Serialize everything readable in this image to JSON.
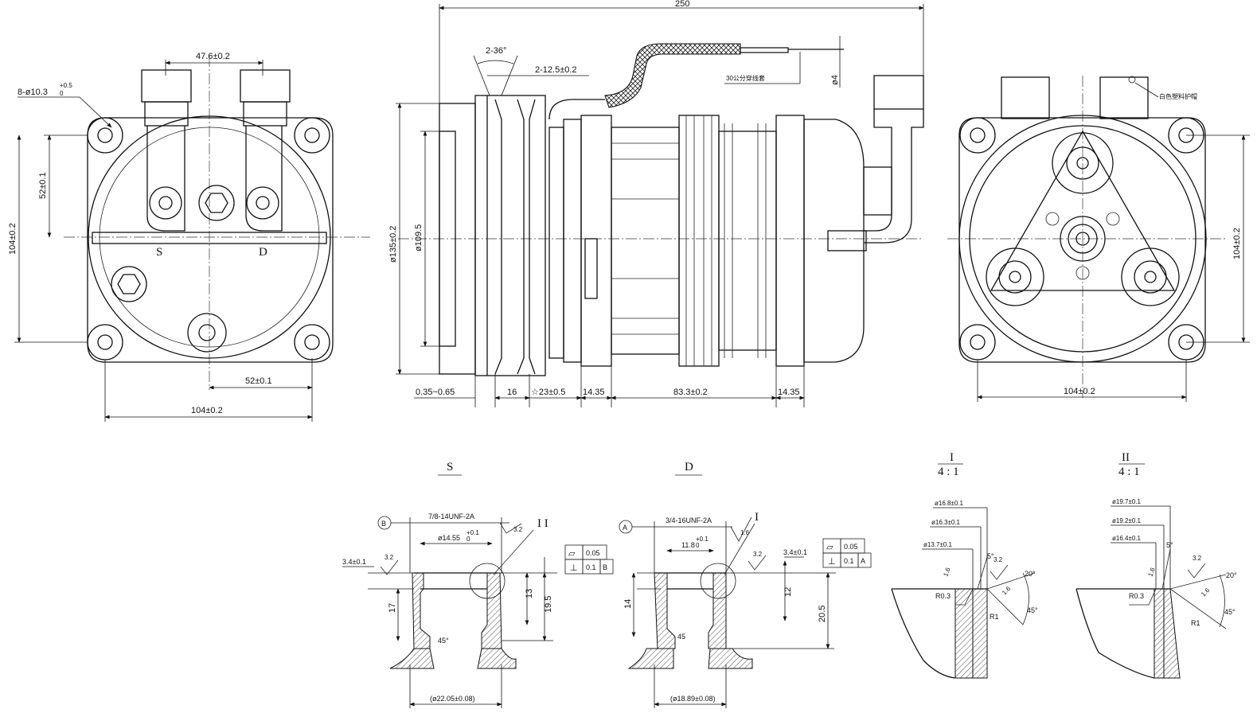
{
  "views": {
    "rear": {
      "dim_top_spacing": "47.6±0.2",
      "dim_mount_hole": "8-ø10.3",
      "dim_mount_hole_tol_upper": "+0.5",
      "dim_mount_hole_tol_lower": "0",
      "dim_port_height": "52±0.1",
      "dim_bolt_vertical": "104±0.2",
      "dim_port_offset": "52±0.1",
      "dim_bolt_horizontal": "104±0.2",
      "port_suction_label": "S",
      "port_discharge_label": "D"
    },
    "side": {
      "dim_overall_length": "250",
      "dim_groove_angle": "2-36°",
      "dim_groove_width": "2-12.5±0.2",
      "dim_pulley_diameter": "ø135±0.2",
      "dim_clutch_diameter": "ø109.5",
      "cable_note": "30公分穿线套",
      "dim_wire": "ø4",
      "dim_gap": "0.35~0.65",
      "dim_pulley_width": "16",
      "dim_groove_center": "☆23±0.5",
      "dim_flange_left": "14.35",
      "dim_body": "83.3±0.2",
      "dim_flange_right": "14.35"
    },
    "front": {
      "cap_note": "白色塑料护帽",
      "dim_vertical": "104±0.2",
      "dim_horizontal": "104±0.2"
    }
  },
  "details": {
    "S": {
      "title": "S",
      "datum": "B",
      "thread": "7/8-14UNF-2A",
      "bore": "ø14.55",
      "bore_tol_upper": "+0.1",
      "bore_tol_lower": "0",
      "roughness": "3.2",
      "roughness_side": "3.2",
      "face_dim": "3.4±0.1",
      "flatness_symbol": "▱",
      "flatness_value": "0.05",
      "perp_symbol": "⊥",
      "perp_value": "0.1",
      "perp_datum": "B",
      "detail_ref": "I I",
      "dim_depth": "17",
      "dim_thread_len": "13",
      "dim_total": "19.5",
      "chamfer": "45°",
      "dim_outer": "(ø22.05±0.08)"
    },
    "D": {
      "title": "D",
      "datum": "A",
      "thread": "3/4-16UNF-2A",
      "bore": "11.8",
      "bore_tol_upper": "+0.1",
      "bore_tol_lower": "0",
      "roughness": "1.6",
      "roughness_side": "3.2",
      "face_dim": "3.4±0.1",
      "flatness_symbol": "▱",
      "flatness_value": "0.05",
      "perp_symbol": "⊥",
      "perp_value": "0.1",
      "perp_datum": "A",
      "detail_ref": "I",
      "dim_depth": "14",
      "dim_thread_len": "12",
      "dim_total": "20.5",
      "chamfer": "45",
      "dim_outer": "(ø18.89±0.08)"
    },
    "I": {
      "title": "I",
      "scale": "4 : 1",
      "d1": "ø16.8±0.1",
      "d2": "ø16.3±0.1",
      "d3": "ø13.7±0.1",
      "angle_top": "5°",
      "angle_side": "20°",
      "angle_lower": "45°",
      "r_inner": "R0.3",
      "r_outer": "R1",
      "rough_a": "3.2",
      "rough_b": "1.6",
      "rough_c": "1.6"
    },
    "II": {
      "title": "II",
      "scale": "4 : 1",
      "d1": "ø19.7±0.1",
      "d2": "ø19.2±0.1",
      "d3": "ø16.4±0.1",
      "angle_top": "5°",
      "angle_side": "20°",
      "angle_lower": "45°",
      "r_inner": "R0.3",
      "r_outer": "R1",
      "rough_a": "3.2",
      "rough_b": "1.6",
      "rough_c": "1.6"
    }
  }
}
